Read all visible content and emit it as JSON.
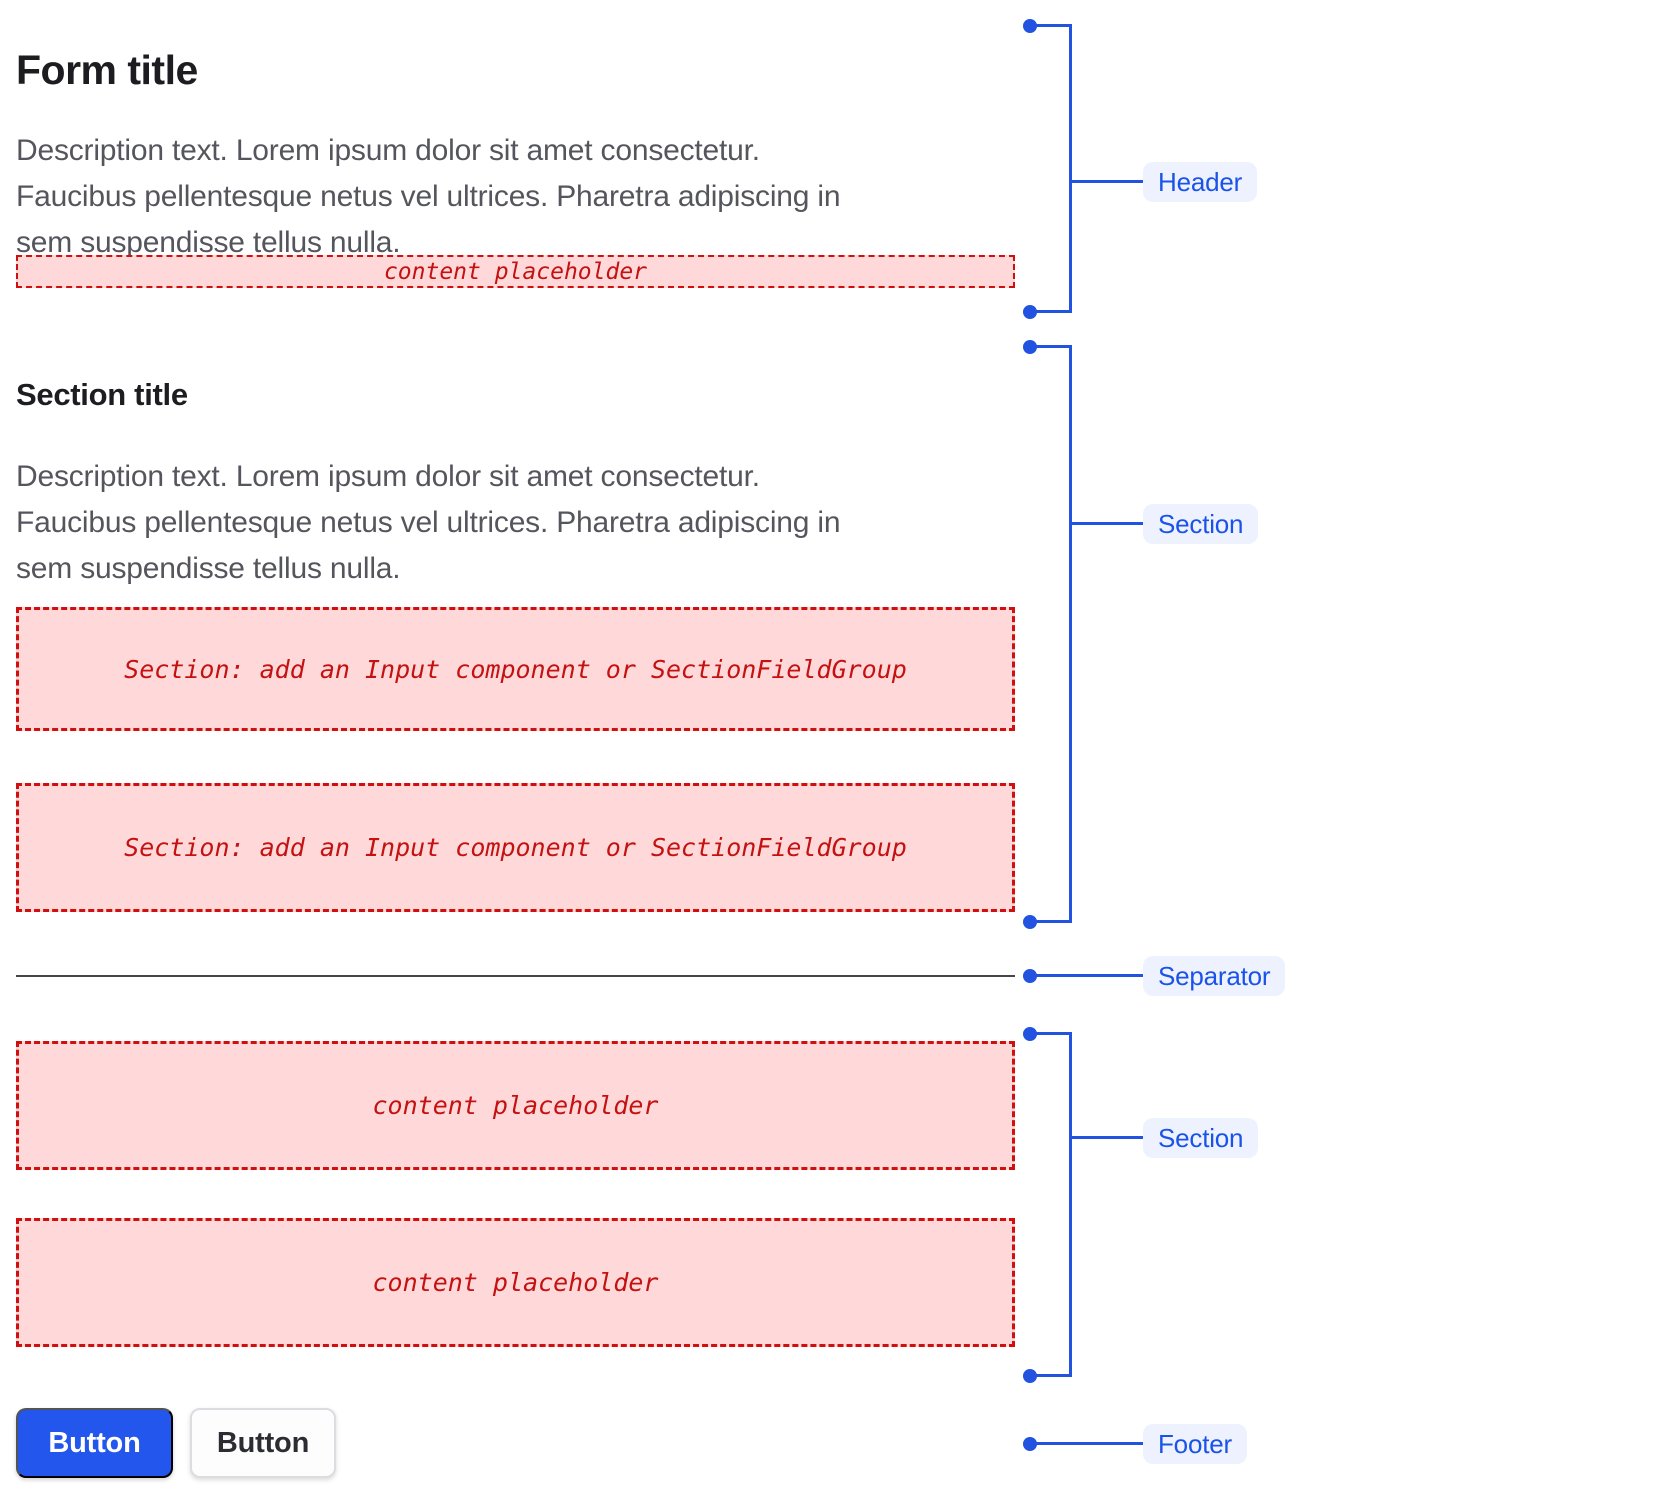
{
  "form": {
    "header": {
      "title": "Form title",
      "description_lines": [
        "Description text. Lorem ipsum dolor sit amet consectetur.",
        "Faucibus pellentesque netus vel ultrices. Pharetra adipiscing in",
        "sem suspendisse tellus nulla."
      ],
      "content_placeholder": "content placeholder"
    },
    "section_1": {
      "title": "Section title",
      "description_lines": [
        "Description text. Lorem ipsum dolor sit amet consectetur.",
        "Faucibus pellentesque netus vel ultrices. Pharetra adipiscing in",
        "sem suspendisse tellus nulla."
      ],
      "field_placeholder_1": "Section: add an Input component or SectionFieldGroup",
      "field_placeholder_2": "Section: add an Input component or SectionFieldGroup"
    },
    "section_2": {
      "content_placeholder_1": "content placeholder",
      "content_placeholder_2": "content placeholder"
    },
    "footer": {
      "primary_button_label": "Button",
      "secondary_button_label": "Button"
    }
  },
  "annotations": {
    "header_label": "Header",
    "section_1_label": "Section",
    "separator_label": "Separator",
    "section_2_label": "Section",
    "footer_label": "Footer"
  },
  "colors": {
    "annotation_blue": "#2152e0",
    "annotation_pill_bg": "#edf2fe",
    "annotation_pill_text": "#1b53e8",
    "placeholder_bg": "#ffd9d9",
    "placeholder_border": "#d00f0f",
    "placeholder_text": "#c41111",
    "primary_button_bg": "#2256ec",
    "title_text": "#1c1c21",
    "description_text": "#55555d",
    "separator_line": "#45454b"
  }
}
